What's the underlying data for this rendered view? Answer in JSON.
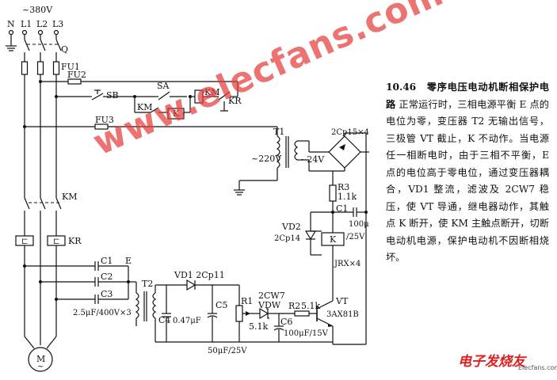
{
  "diagram": {
    "supply": "~380V",
    "phases": [
      "N",
      "L1",
      "L2",
      "L3"
    ],
    "switch": "Q",
    "fuses": {
      "fu1": "FU1",
      "fu2": "FU2",
      "fu3": "FU3"
    },
    "control": {
      "sb": "SB",
      "sa": "SA",
      "km_contact": "KM",
      "k_contact": "K",
      "km_coil": "KM",
      "kr_contact": "KR"
    },
    "transformer_t1": {
      "name": "T1",
      "primary": "~220V",
      "secondary": "~24V"
    },
    "bridge": "2Cp15×4",
    "r3": {
      "name": "R3",
      "value": "1.1k"
    },
    "c1": {
      "name": "C1",
      "value": "100μ",
      "voltage": "/25V"
    },
    "vd2": {
      "name": "VD2",
      "type": "2Cp14"
    },
    "relay": {
      "coil": "K",
      "type": "JRX×4"
    },
    "main_contactor": "KM",
    "overload": {
      "heater1": "⊏",
      "heater2": "⊏",
      "name": "KR"
    },
    "caps_star": {
      "c1": "C1",
      "c2": "C2",
      "c3": "C3",
      "node": "E",
      "rating": "2.5μF/400V×3"
    },
    "transformer_t2": "T2",
    "vd1": "VD1 2Cp11",
    "c4": "C4",
    "c4_value": "0.47μF",
    "c5": "C5",
    "c5_value": "50μF/25V",
    "r1": {
      "name": "R1",
      "value": "5.1k"
    },
    "zener": {
      "type": "2CW7",
      "name": "VDW"
    },
    "r2": {
      "name": "R2",
      "value": "5.1k"
    },
    "c6": {
      "name": "C6",
      "value": "100μF/15V"
    },
    "vt": {
      "name": "VT",
      "type": "3AX81B"
    },
    "motor": "M",
    "motor_sub": "~"
  },
  "watermark": "www.elecfans.com",
  "description": {
    "heading": "10.46　零序电压电动机断相保护电路",
    "body": "正常运行时，三相电源平衡 E 点的电位为零，变压器 T2 无输出信号，三极管 VT 截止，K 不动作。当电源任一相断电时，由于三相不平衡，E 点的电位高于零电位，通过变压器耦合，VD1 整流，滤波及 2CW7 稳压，使 VT 导通，继电器动作，其触点 K 断开，使 KM 主触点断开，切断电动机电源，保护电动机不因断相烧坏。"
  },
  "logo": {
    "cn": "电子发烧友",
    "en": "Elecfans.com"
  }
}
